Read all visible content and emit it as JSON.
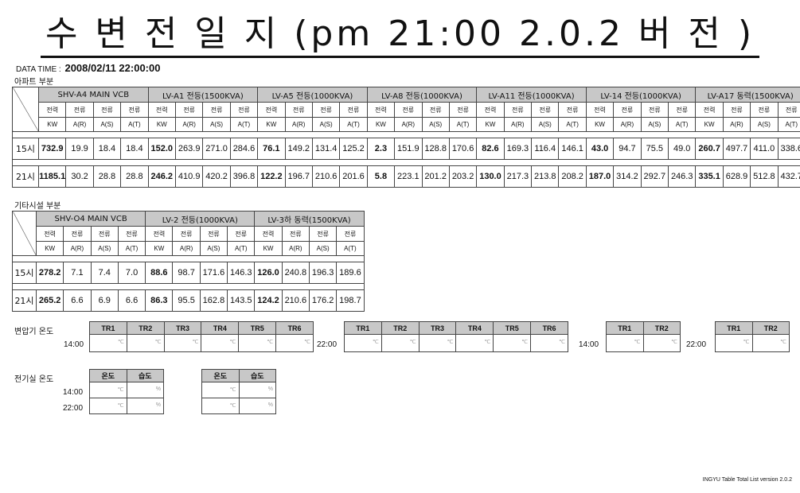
{
  "title": "수 변 전 일 지 (pm 21:00 2.0.2 버 전 )",
  "data_time_label": "DATA TIME :",
  "data_time_value": "2008/02/11 22:00:00",
  "apartment": {
    "section_label": "아파트 부분",
    "groups": [
      "SHV-A4 MAIN VCB",
      "LV-A1 전등(1500KVA)",
      "LV-A5 전등(1000KVA)",
      "LV-A8 전등(1000KVA)",
      "LV-A11 전등(1000KVA)",
      "LV-14 전등(1000KVA)",
      "LV-A17 동력(1500KVA)"
    ],
    "sub1": [
      "전력",
      "전류",
      "전류",
      "전류"
    ],
    "sub2": [
      "KW",
      "A(R)",
      "A(S)",
      "A(T)"
    ],
    "rows": [
      {
        "label": "15시",
        "values": [
          "732.9",
          "19.9",
          "18.4",
          "18.4",
          "152.0",
          "263.9",
          "271.0",
          "284.6",
          "76.1",
          "149.2",
          "131.4",
          "125.2",
          "2.3",
          "151.9",
          "128.8",
          "170.6",
          "82.6",
          "169.3",
          "116.4",
          "146.1",
          "43.0",
          "94.7",
          "75.5",
          "49.0",
          "260.7",
          "497.7",
          "411.0",
          "338.6"
        ]
      },
      {
        "label": "21시",
        "values": [
          "1185.1",
          "30.2",
          "28.8",
          "28.8",
          "246.2",
          "410.9",
          "420.2",
          "396.8",
          "122.2",
          "196.7",
          "210.6",
          "201.6",
          "5.8",
          "223.1",
          "201.2",
          "203.2",
          "130.0",
          "217.3",
          "213.8",
          "208.2",
          "187.0",
          "314.2",
          "292.7",
          "246.3",
          "335.1",
          "628.9",
          "512.8",
          "432.7"
        ]
      }
    ]
  },
  "other": {
    "section_label": "기타시설 부분",
    "groups": [
      "SHV-O4 MAIN VCB",
      "LV-2 전등(1000KVA)",
      "LV-3하 동력(1500KVA)"
    ],
    "rows": [
      {
        "label": "15시",
        "values": [
          "278.2",
          "7.1",
          "7.4",
          "7.0",
          "88.6",
          "98.7",
          "171.6",
          "146.3",
          "126.0",
          "240.8",
          "196.3",
          "189.6"
        ]
      },
      {
        "label": "21시",
        "values": [
          "265.2",
          "6.6",
          "6.9",
          "6.6",
          "86.3",
          "95.5",
          "162.8",
          "143.5",
          "124.2",
          "210.6",
          "176.2",
          "198.7"
        ]
      }
    ]
  },
  "transformer": {
    "label": "변압기 온도",
    "headers6": [
      "TR1",
      "TR2",
      "TR3",
      "TR4",
      "TR5",
      "TR6"
    ],
    "headers2": [
      "TR1",
      "TR2"
    ],
    "time1": "14:00",
    "time2": "22:00",
    "unit": "℃"
  },
  "room": {
    "label": "전기실 온도",
    "headers": [
      "온도",
      "습도"
    ],
    "time1": "14:00",
    "time2": "22:00",
    "unit_temp": "℃",
    "unit_hum": "%"
  },
  "footer": "INGYU Table Total List version 2.0.2"
}
